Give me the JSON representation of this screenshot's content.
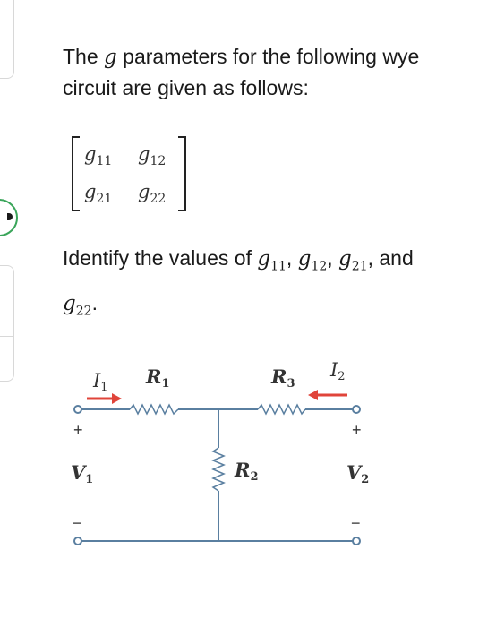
{
  "question": {
    "intro_part1": "The ",
    "intro_g": "g",
    "intro_part2": " parameters for the following wye circuit are given as follows:",
    "identify_part1": "Identify the values of ",
    "and_word": "and"
  },
  "matrix": {
    "g11": "g",
    "g11_sub": "11",
    "g12": "g",
    "g12_sub": "12",
    "g21": "g",
    "g21_sub": "21",
    "g22": "g",
    "g22_sub": "22"
  },
  "identify_terms": [
    {
      "g": "g",
      "sub": "11",
      "sep": ", "
    },
    {
      "g": "g",
      "sub": "12",
      "sep": ", "
    },
    {
      "g": "g",
      "sub": "21",
      "sep": ", "
    }
  ],
  "identify_last": {
    "g": "g",
    "sub": "22",
    "end": "."
  },
  "circuit": {
    "I1": "I",
    "I1_sub": "1",
    "I2": "I",
    "I2_sub": "2",
    "R1": "R",
    "R1_sub": "1",
    "R2": "R",
    "R2_sub": "2",
    "R3": "R",
    "R3_sub": "3",
    "V1": "V",
    "V1_sub": "1",
    "V2": "V",
    "V2_sub": "2",
    "plus": "+",
    "minus": "−"
  },
  "colors": {
    "wire": "#5a7fa0",
    "arrow": "#e0443a",
    "text": "#1a1a1a"
  }
}
